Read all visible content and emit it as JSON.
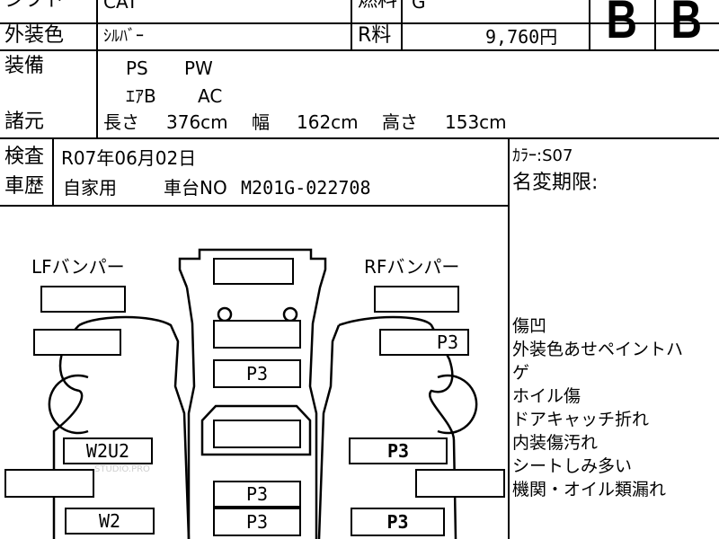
{
  "header": {
    "row1_label": "シフト",
    "row1_value": "CAT",
    "fuel_label": "燃料",
    "fuel_value": "G",
    "color_label": "外装色",
    "color_value": "ｼﾙﾊﾞｰ",
    "recycle_label": "R料",
    "recycle_value": "9,760円",
    "grade_exterior": "B",
    "grade_interior": "B"
  },
  "equipment": {
    "label": "装備",
    "items_row1": [
      "PS",
      "PW"
    ],
    "items_row2": [
      "ｴｱB",
      "AC"
    ]
  },
  "specs": {
    "label": "諸元",
    "length_label": "長さ",
    "length_value": "376cm",
    "width_label": "幅",
    "width_value": "162cm",
    "height_label": "高さ",
    "height_value": "153cm"
  },
  "inspection": {
    "label": "検査",
    "value": "R07年06月02日"
  },
  "history": {
    "label": "車歴",
    "value": "自家用",
    "chassis_label": "車台NO",
    "chassis_value": "M201G-022708"
  },
  "color_code": "ｶﾗｰ:S07",
  "title_expiry_label": "名変期限:",
  "diagram": {
    "lf_label": "LFバンパー",
    "rf_label": "RFバンパー",
    "marks": {
      "rf_fender": "P3",
      "hood": "P3",
      "left_front_door": "W2U2",
      "right_front_door": "P3",
      "roof1": "P3",
      "roof2": "P3",
      "left_rear_door": "W2",
      "right_rear_door": "P3"
    }
  },
  "notes": [
    "傷凹",
    "外装色あせペイントハ",
    "ゲ",
    "ホイル傷",
    "ドアキャッチ折れ",
    "内装傷汚れ",
    "シートしみ多い",
    "機関・オイル類漏れ"
  ],
  "watermark": "STUDIO.PRO"
}
